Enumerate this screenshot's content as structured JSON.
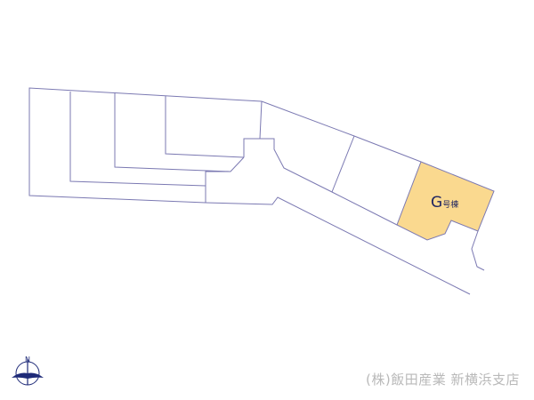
{
  "plan": {
    "highlighted_lot": {
      "letter": "G",
      "suffix": "号棟",
      "fill": "#fad98f"
    },
    "line_color": "#7b79b2",
    "compass": {
      "label": "N",
      "color": "#1e2a78"
    }
  },
  "footer": {
    "company": "(株)飯田産業 新横浜支店"
  }
}
